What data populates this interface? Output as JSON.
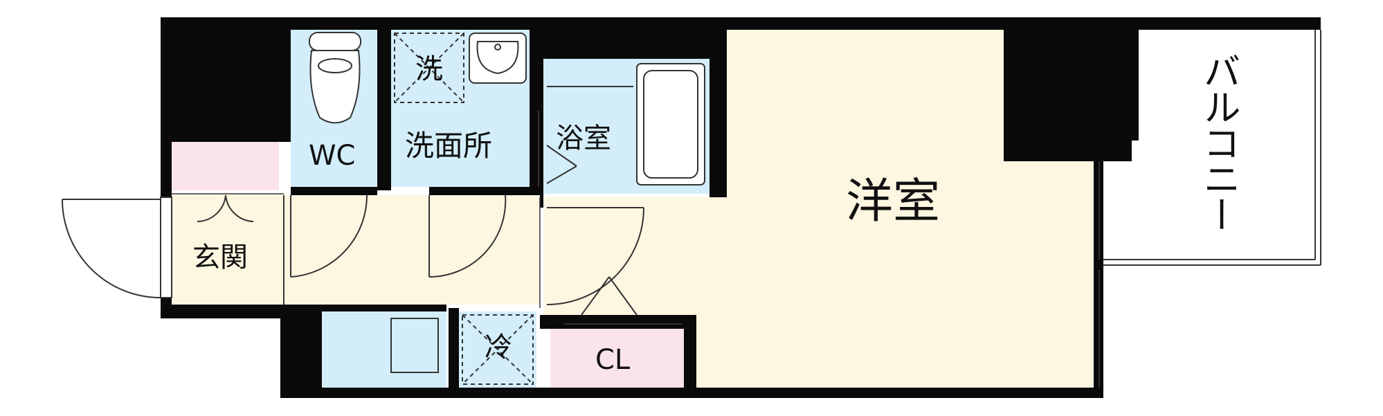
{
  "floor_plan": {
    "rooms": {
      "western_room": "洋室",
      "bathroom": "浴室",
      "washroom": "洗面所",
      "toilet": "WC",
      "entrance": "玄関",
      "closet": "CL",
      "balcony": "バルコニー"
    },
    "fixtures": {
      "washing_machine": "洗",
      "refrigerator": "冷"
    },
    "colors": {
      "wall": "#0a0a0a",
      "living_floor": "#fdf6e1",
      "wet_area": "#d3eefa",
      "entrance_storage": "#fbe3ec",
      "closet": "#fbe3ec",
      "line": "#333333"
    }
  }
}
